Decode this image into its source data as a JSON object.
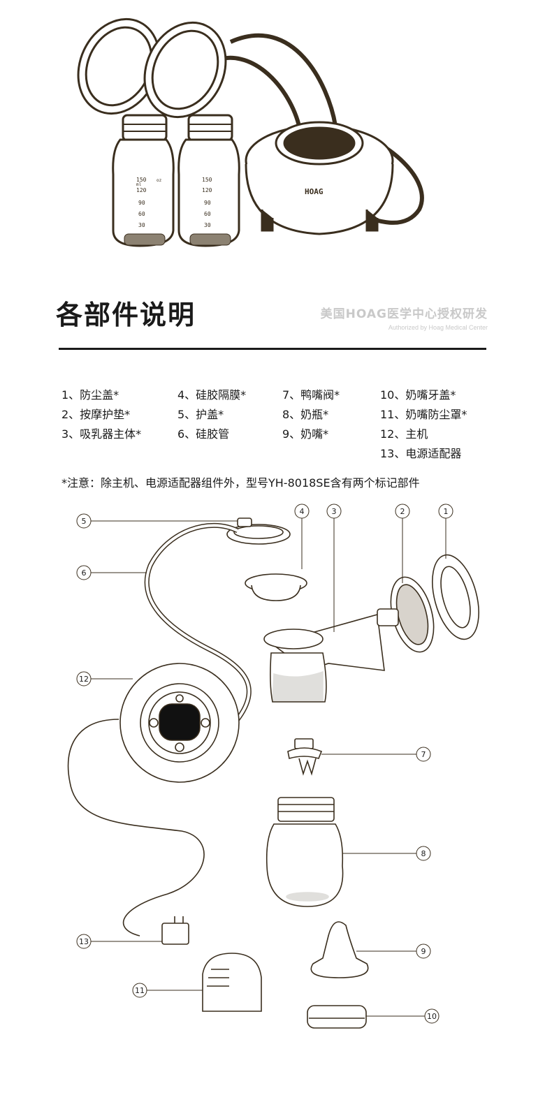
{
  "header": {
    "title": "各部件说明",
    "brand_cn": "美国HOAG医学中心授权研发",
    "brand_en": "Authorized by Hoag Medical Center"
  },
  "hero": {
    "logo_text": "HOAG",
    "bottle_marks": [
      "150",
      "120",
      "90",
      "60",
      "30"
    ],
    "bottle_unit_ml": "ml",
    "bottle_unit_oz": "oz"
  },
  "parts": {
    "col1": [
      "1、防尘盖*",
      "2、按摩护垫*",
      "3、吸乳器主体*"
    ],
    "col2": [
      "4、硅胶隔膜*",
      "5、护盖*",
      "6、硅胶管"
    ],
    "col3": [
      "7、鸭嘴阀*",
      "8、奶瓶*",
      "9、奶嘴*"
    ],
    "col4": [
      "10、奶嘴牙盖*",
      "11、奶嘴防尘罩*",
      "12、主机",
      "13、电源适配器"
    ]
  },
  "note": "*注意：除主机、电源适配器组件外，型号YH-8018SE含有两个标记部件",
  "callouts": [
    "1",
    "2",
    "3",
    "4",
    "5",
    "6",
    "7",
    "8",
    "9",
    "10",
    "11",
    "12",
    "13"
  ],
  "colors": {
    "line": "#3a2e1e",
    "text": "#1a1a1a",
    "brand": "#c9c9c9"
  }
}
